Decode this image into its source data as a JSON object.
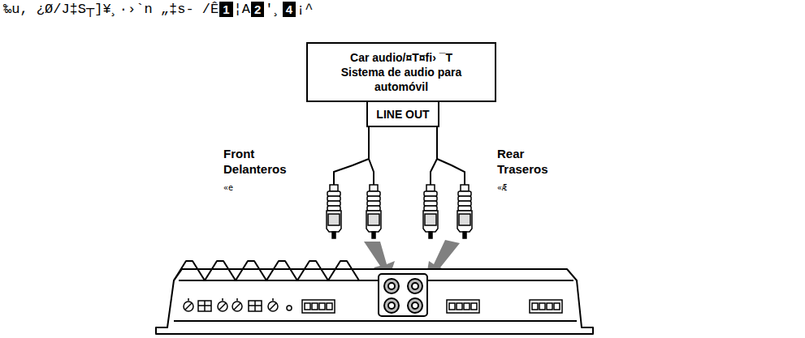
{
  "diagram": {
    "nodes": [
      {
        "text": [
          "Car audio/¤T¤fi› ¯T",
          "Sistema de audio para automóvil"
        ]
      },
      {
        "text": [
          "LINE OUT"
        ]
      }
    ],
    "labels": [
      "‰u, ¿Ø/J‡S┬]¥¸·›`n „‡s- /Ê",
      "1",
      "¦A",
      "2",
      "'¸",
      "4",
      "¡^",
      "Front",
      "Delanteros",
      "«e",
      "Rear",
      "Traseros",
      "«Æ"
    ]
  }
}
